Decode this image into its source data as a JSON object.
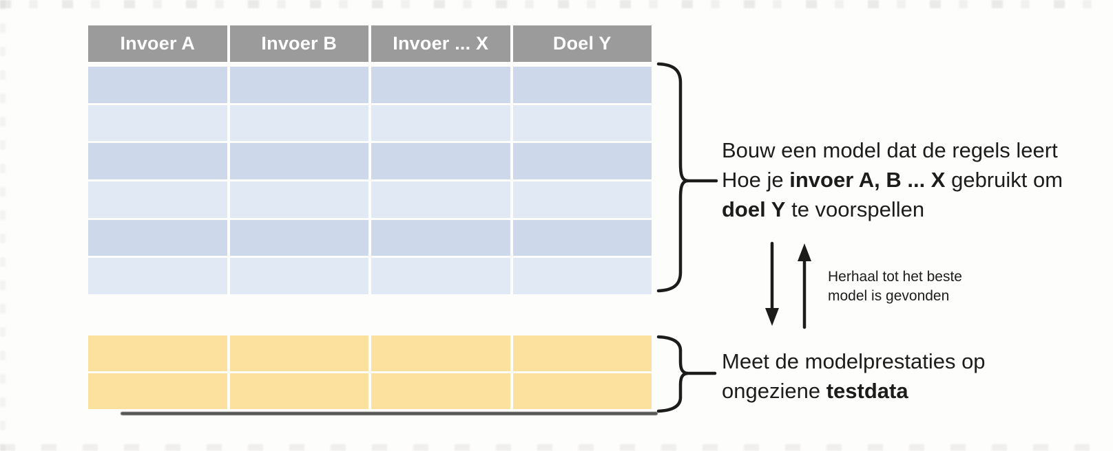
{
  "colors": {
    "page_bg": "#fdfdfb",
    "header_bg": "#9b9b9b",
    "header_text": "#ffffff",
    "train_row_dark": "#cdd9ea",
    "train_row_light": "#e0e9f4",
    "test_row": "#fce09e",
    "ink": "#1c1c1c"
  },
  "table": {
    "headers": [
      "Invoer A",
      "Invoer B",
      "Invoer ... X",
      "Doel Y"
    ],
    "columns": 4,
    "train_rows": 6,
    "test_rows": 2
  },
  "annotations": {
    "train": {
      "line1": "Bouw een model dat de regels leert",
      "line2_pre": "Hoe je ",
      "line2_bold": "invoer A, B ... X",
      "line2_post": " gebruikt om",
      "line3_bold": "doel Y",
      "line3_post": " te voorspellen"
    },
    "loop": "Herhaal tot het beste\nmodel is gevonden",
    "test": {
      "line1": "Meet de modelprestaties op",
      "line2_pre": "ongeziene ",
      "line2_bold": "testdata"
    }
  }
}
